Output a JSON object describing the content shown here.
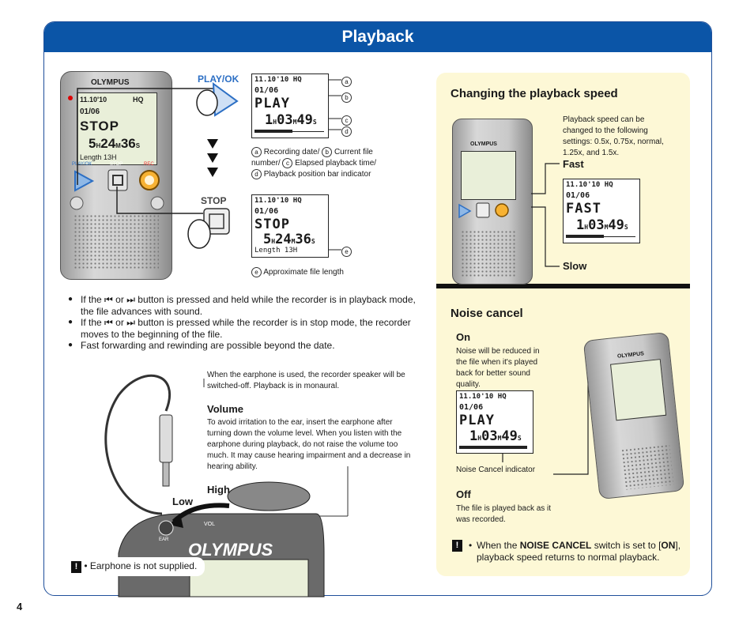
{
  "page": {
    "title": "Playback",
    "number": "4"
  },
  "brand": "OLYMPUS",
  "buttons": {
    "play_ok": "PLAY/OK",
    "stop": "STOP",
    "rec": "REC"
  },
  "device_screen": {
    "date": "11.10'10",
    "mode": "HQ",
    "file": "01/06",
    "state": "STOP",
    "time_h": "5",
    "time_m": "24",
    "time_s": "36",
    "length": "Length 13H"
  },
  "lcd_play": {
    "date": "11.10'10",
    "mode": "HQ",
    "file": "01/06",
    "state": "PLAY",
    "time_h": "1",
    "time_m": "03",
    "time_s": "49"
  },
  "lcd_stop": {
    "date": "11.10'10",
    "mode": "HQ",
    "file": "01/06",
    "state": "STOP",
    "time_h": "5",
    "time_m": "24",
    "time_s": "36",
    "length": "Length 13H"
  },
  "lcd_fast": {
    "date": "11.10'10",
    "mode": "HQ",
    "file": "01/06",
    "state": "FAST",
    "time_h": "1",
    "time_m": "03",
    "time_s": "49"
  },
  "lcd_nc": {
    "date": "11.10'10",
    "mode": "HQ",
    "file": "01/06",
    "state": "PLAY",
    "time_h": "1",
    "time_m": "03",
    "time_s": "49"
  },
  "unit_labels": {
    "h": "H",
    "m": "M",
    "s": "S"
  },
  "callouts": {
    "a": "a",
    "b": "b",
    "c": "c",
    "d": "d",
    "e": "e"
  },
  "legend": {
    "line1_a": "Recording date/",
    "line1_b": "Current file",
    "line2_a": "number/",
    "line2_c": "Elapsed playback time/",
    "line3_d": "Playback position bar indicator",
    "approx": "Approximate file length"
  },
  "bullets": [
    "If the ⏮ or ⏭ button is pressed and held while the recorder is in playback mode, the file advances with sound.",
    "If the ⏮ or ⏭ button is pressed while the recorder is in stop mode, the recorder moves to the beginning of the file.",
    "Fast forwarding and rewinding are possible beyond the date."
  ],
  "earphone": {
    "note": "When the earphone is used, the recorder speaker will be switched-off. Playback is in monaural.",
    "volume_heading": "Volume",
    "volume_text": "To avoid irritation to the ear, insert the earphone after turning down the volume level. When you listen with the earphone during playback, do not raise the volume too much. It may cause hearing impairment and a decrease in hearing ability.",
    "high": "High",
    "low": "Low",
    "ear_label": "EAR",
    "vol_label": "VOL",
    "caution": "Earphone is not supplied."
  },
  "speed": {
    "heading": "Changing the playback speed",
    "text": "Playback speed can be changed to the following settings: 0.5x, 0.75x, normal, 1.25x, and 1.5x.",
    "fast": "Fast",
    "slow": "Slow"
  },
  "noise": {
    "heading": "Noise cancel",
    "on": "On",
    "on_text": "Noise will be reduced in the file when it's played back for better sound quality.",
    "indicator": "Noise Cancel indicator",
    "off": "Off",
    "off_text": "The file is played back as it was recorded.",
    "caution_pre": "When the ",
    "caution_bold1": "NOISE CANCEL",
    "caution_mid": " switch is set to [",
    "caution_bold2": "ON",
    "caution_post": "], playback speed returns to normal playback."
  }
}
